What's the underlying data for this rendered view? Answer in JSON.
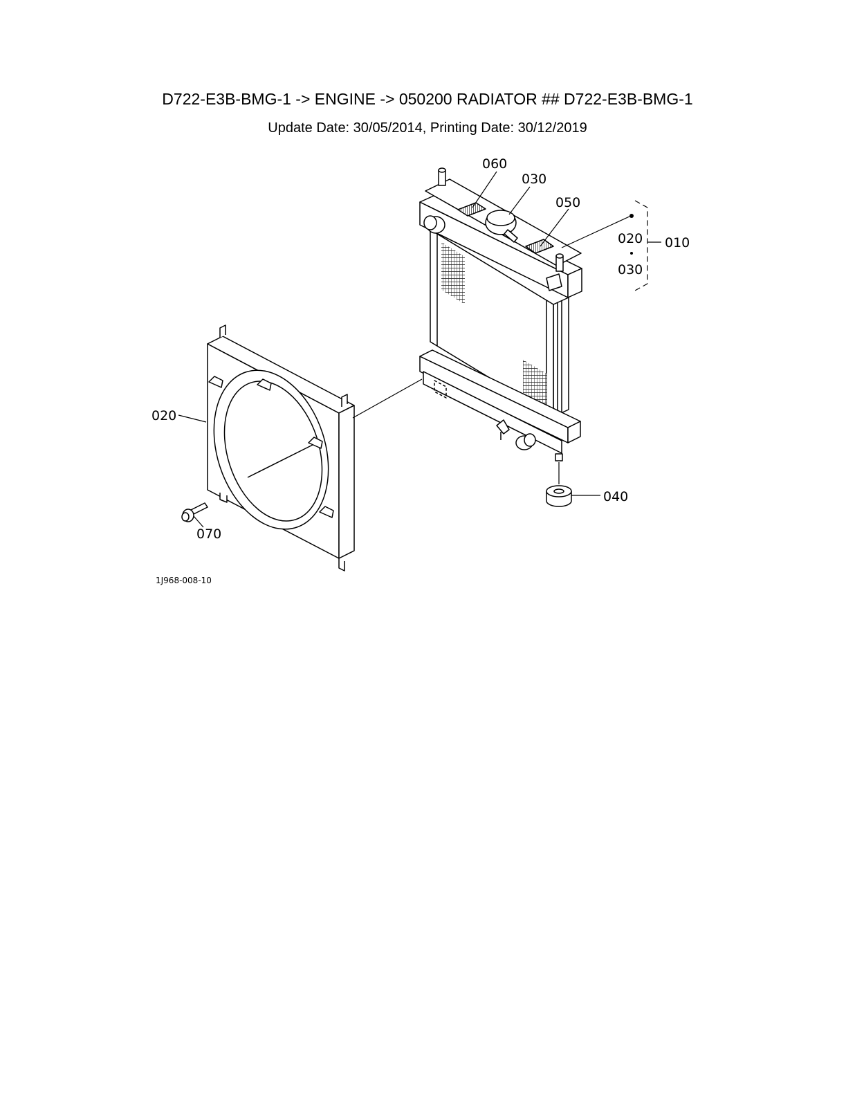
{
  "header": {
    "title": "D722-E3B-BMG-1 -> ENGINE -> 050200 RADIATOR ## D722-E3B-BMG-1",
    "subtitle": "Update Date: 30/05/2014, Printing Date: 30/12/2019"
  },
  "diagram": {
    "callouts": {
      "p060": "060",
      "p030_cap": "030",
      "p050": "050",
      "p010": "010",
      "p020_range": "020",
      "p030_range": "030",
      "p020_shroud": "020",
      "p040": "040",
      "p070": "070"
    },
    "drawing_code": "1J968-008-10"
  }
}
